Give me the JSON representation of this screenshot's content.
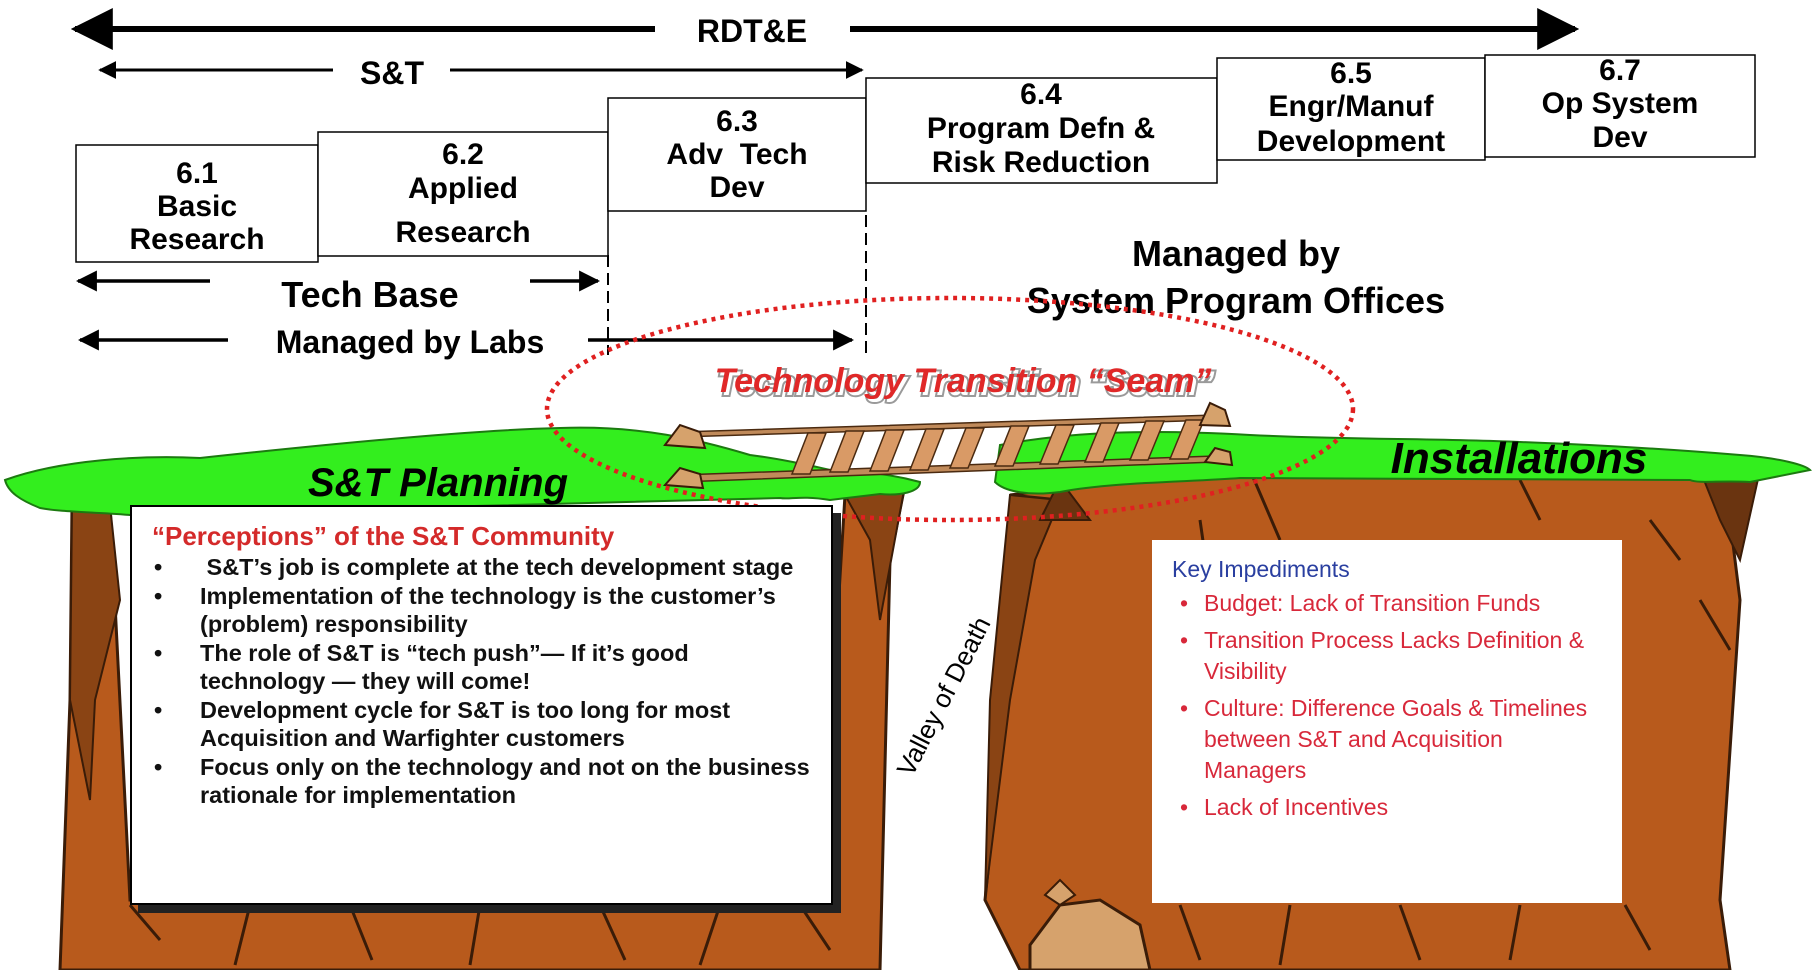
{
  "header": {
    "rdte": "RDT&E",
    "st": "S&T"
  },
  "phases": [
    {
      "code": "6.1",
      "line1": "Basic",
      "line2": "Research"
    },
    {
      "code": "6.2",
      "line1": "Applied",
      "line2": "Research"
    },
    {
      "code": "6.3",
      "line1": "Adv  Tech",
      "line2": "Dev"
    },
    {
      "code": "6.4",
      "line1": "Program Defn &",
      "line2": "Risk Reduction"
    },
    {
      "code": "6.5",
      "line1": "Engr/Manuf",
      "line2": "Development"
    },
    {
      "code": "6.7",
      "line1": "Op System",
      "line2": "Dev"
    }
  ],
  "labels": {
    "tech_base": "Tech Base",
    "managed_by_labs": "Managed by Labs",
    "managed_by_line1": "Managed by",
    "managed_by_line2": "System Program Offices",
    "seam": "Technology Transition “Seam”",
    "st_planning": "S&T Planning",
    "installations": "Installations",
    "valley": "Valley of Death"
  },
  "perceptions": {
    "title": "“Perceptions” of the S&T Community",
    "bullet_glyph": "•",
    "items": [
      " S&T’s job is complete at the tech development stage",
      "Implementation of the technology is the customer’s (problem) responsibility",
      "The role of S&T is “tech push”— If it’s good technology — they will come!",
      "Development cycle for S&T is too long for most Acquisition and Warfighter customers",
      "Focus only on the technology and not on the business rationale for implementation"
    ]
  },
  "impediments": {
    "title": "Key Impediments",
    "bullet_glyph": "•",
    "items": [
      "Budget:  Lack of Transition Funds",
      "Transition Process Lacks Definition & Visibility",
      "Culture:  Difference Goals & Timelines between S&T and Acquisition Managers",
      "Lack of Incentives"
    ]
  },
  "colors": {
    "grass": "#33ee1e",
    "cliff": "#b85a1c",
    "cliff_dark": "#5a3010",
    "rock": "#d6a26c",
    "seam_red": "#e02020",
    "red_text": "#d42a2a",
    "blue_text": "#2a3fa0"
  }
}
